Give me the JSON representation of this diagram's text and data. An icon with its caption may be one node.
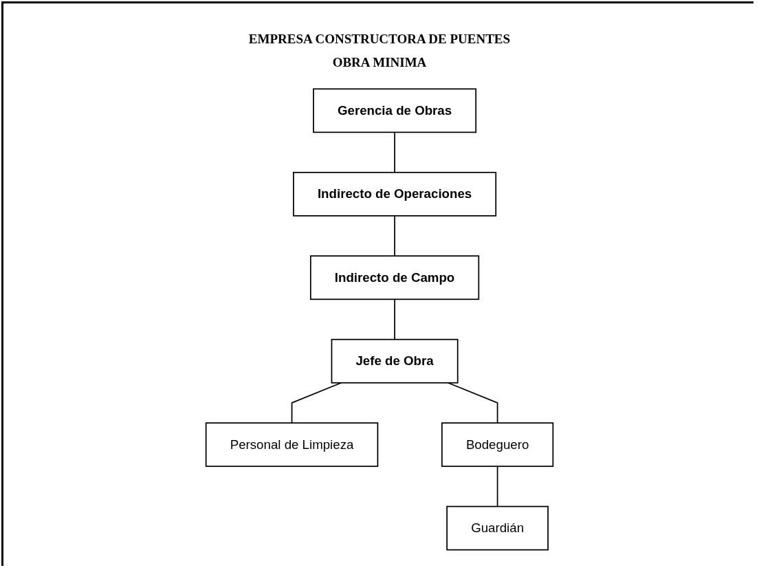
{
  "diagram": {
    "title": "EMPRESA CONSTRUCTORA DE PUENTES OBRA MINIMA",
    "nodes": [
      {
        "text": [
          "Gerencia de Obras"
        ]
      },
      {
        "text": [
          "Indirecto de Operaciones"
        ]
      },
      {
        "text": [
          "Indirecto de Campo"
        ]
      },
      {
        "text": [
          "Jefe de Obra"
        ]
      },
      {
        "text": [
          "Personal de Limpieza"
        ]
      },
      {
        "text": [
          "Bodeguero"
        ]
      },
      {
        "text": [
          "Guardián"
        ]
      }
    ],
    "edges": [
      {
        "from": 0,
        "to": 1,
        "arrow": "none"
      },
      {
        "from": 1,
        "to": 2,
        "arrow": "none"
      },
      {
        "from": 2,
        "to": 3,
        "arrow": "none"
      },
      {
        "from": 3,
        "to": 4,
        "arrow": "none"
      },
      {
        "from": 3,
        "to": 5,
        "arrow": "none"
      },
      {
        "from": 5,
        "to": 6,
        "arrow": "none"
      }
    ]
  }
}
